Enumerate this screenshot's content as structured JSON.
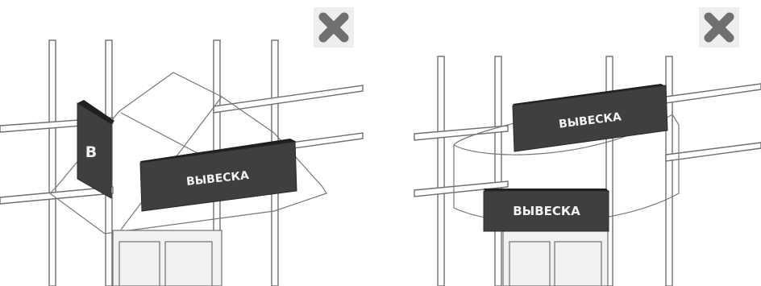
{
  "signs": {
    "left_vertical_letter": "В",
    "left_horizontal": "ВЫВЕСКА",
    "right_top": "ВЫВЕСКА",
    "right_bottom": "ВЫВЕСКА"
  },
  "icons": {
    "left_marker": "close-x-icon",
    "right_marker": "close-x-icon"
  },
  "colors": {
    "sign_face": "#3f3f3f",
    "icon_bg": "#eeeeee",
    "icon_x": "#707070"
  }
}
